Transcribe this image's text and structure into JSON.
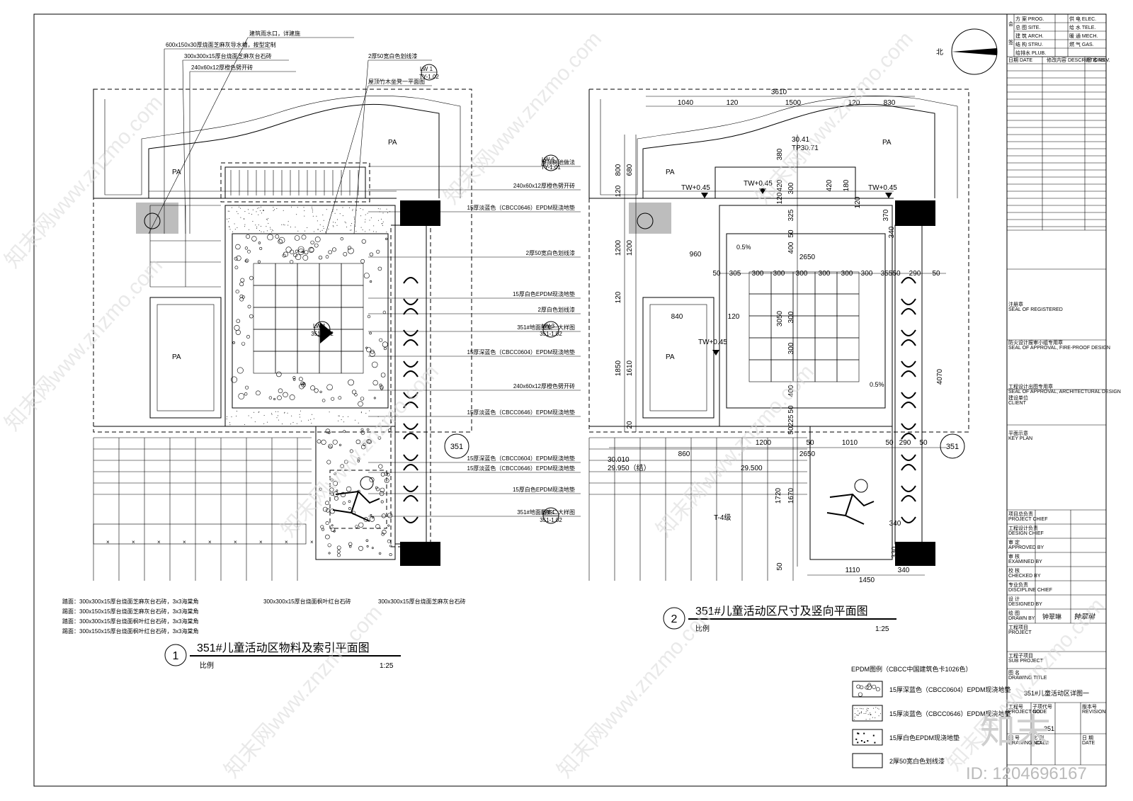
{
  "plan1": {
    "title": "351#儿童活动区物料及索引平面图",
    "number": "1",
    "scale_label": "比例",
    "scale": "1:25",
    "pa_labels": [
      "PA",
      "PA",
      "PA"
    ],
    "top_labels": [
      "建筑雨水口，详建施",
      "600x150x30厚烧面芝麻灰导水槽，按型定制",
      "300x300x15厚台烧面芝麻灰台石砖",
      "240x60x12厚橙色劈开砖",
      "2厚50宽白色划线漆",
      "屋顶竹木坐凳一平面图"
    ],
    "right_labels": [
      "屋顶树池做法",
      "240x60x12厚橙色劈开砖",
      "15厚淡蓝色（CBCC0646）EPDM现浇地垫",
      "2厚50宽白色划线漆",
      "15厚白色EPDM现浇地垫",
      "2厚白色划线漆",
      "351#地面图案一大样图",
      "15厚深蓝色（CBCC0604）EPDM现浇地垫",
      "240x60x12厚橙色劈开砖",
      "15厚淡蓝色（CBCC0646）EPDM现浇地垫",
      "15厚深蓝色（CBCC0604）EPDM现浇地垫",
      "15厚淡蓝色（CBCC0646）EPDM现浇地垫",
      "15厚白色EPDM现浇地垫",
      "351#地面图案二大样图"
    ],
    "bottom_labels": [
      "300x300x15厚台烧面枫叶红台石砖",
      "300x300x15厚台烧面芝麻灰台石砖"
    ],
    "left_notes": [
      "踏面：300x300x15厚台烧面芝麻灰台石砖，3x3海棠角",
      "踢面：300x150x15厚台烧面芝麻灰台石砖，3x3海棠角",
      "踏面：300x300x15厚台烧面枫叶红台石砖，3x3海棠角",
      "踢面：300x150x15厚台烧面枫叶红台石砖，3x3海棠角"
    ],
    "callouts": [
      {
        "top": "LW",
        "num": "1",
        "sheet": "TY-1.02"
      },
      {
        "top": "LW",
        "num": "6",
        "sheet": "TY-1.01"
      },
      {
        "top": "LW",
        "num": "3",
        "sheet": "351-1.02"
      },
      {
        "top": "LW",
        "num": "4",
        "sheet": "351-1.02"
      },
      {
        "top": "LW",
        "num": "1",
        "sheet": "351-1.02"
      }
    ],
    "zone_tag": "351"
  },
  "plan2": {
    "title": "351#儿童活动区尺寸及竖向平面图",
    "number": "2",
    "scale_label": "比例",
    "scale": "1:25",
    "pa_labels": [
      "PA",
      "PA",
      "PA"
    ],
    "zone_tag": "351",
    "top_dims": {
      "total": "3610",
      "parts": [
        "1040",
        "120",
        "1500",
        "120",
        "830"
      ]
    },
    "elevations": [
      "30.41",
      "TP30.71",
      "TW+0.45",
      "TW+0.45",
      "TW+0.45",
      "TW+0.45",
      "30.010",
      "29.950（结）",
      "29.500",
      "T-4级"
    ],
    "slopes": [
      "0.5%",
      "0.5%"
    ],
    "left_dims": [
      "800",
      "680",
      "120",
      "1200",
      "1200",
      "120",
      "1850",
      "1610",
      "20"
    ],
    "inner_dims_h": [
      "960",
      "2650",
      "50",
      "305",
      "300",
      "300",
      "300",
      "300",
      "300",
      "300",
      "355",
      "50",
      "290",
      "50",
      "840",
      "120"
    ],
    "inner_dims_v": [
      "380",
      "420",
      "120",
      "300",
      "325",
      "50",
      "400",
      "3050",
      "300",
      "300",
      "400",
      "50",
      "225",
      "50",
      "420",
      "180",
      "120",
      "370",
      "340",
      "4070"
    ],
    "bottom_dims": [
      "1200",
      "50",
      "1010",
      "50",
      "290",
      "50",
      "2650",
      "860",
      "1720",
      "1670",
      "340",
      "330",
      "50",
      "1110",
      "340",
      "1450"
    ]
  },
  "legend": {
    "title": "EPDM图例（CBCC中国建筑色卡1026色）",
    "items": [
      "15厚深蓝色（CBCC0604）EPDM现浇地垫",
      "15厚淡蓝色（CBCC0646）EPDM现浇地垫",
      "15厚白色EPDM现浇地垫",
      "2厚50宽白色划线漆"
    ]
  },
  "north_label": "北",
  "title_block": {
    "disciplines": [
      [
        "方 案 PROG.",
        "供 电 ELEC."
      ],
      [
        "总 图 SITE.",
        "给 水 TELE."
      ],
      [
        "建 筑 ARCH.",
        "暖 通 MECH."
      ],
      [
        "结 构 STRU.",
        "燃 气 GAS."
      ],
      [
        "给排水 PLUB.",
        ""
      ]
    ],
    "side_chars": [
      "会",
      "签"
    ],
    "revision_cols": [
      "日期 DATE",
      "修改内容 DESCRIPTIONS",
      "版 本 REV."
    ],
    "seal_labels": [
      "注册章\nSEAL OF REGISTERED",
      "防火设计报审小组专用章\nSEAL OF APPROVAL, FIRE-PROOF DESIGN",
      "工程设计出图专用章\nSEAL OF APPROVAL, ARCHITECTURAL DESIGN",
      "建设单位\nCLIENT",
      "平面示意\nKEY PLAN"
    ],
    "roles": [
      "项目总负责\nPROJECT CHIEF",
      "工程设计负责\nDESIGN CHIEF",
      "审 定\nAPPROVED BY",
      "审 核\nEXAMINED BY",
      "校 核\nCHECKED BY",
      "专业负责\nDISCIPLINE CHIEF",
      "设 计\nDESIGNED BY",
      "绘 图\nDRAWN BY"
    ],
    "drawn_by": "钟翠琳",
    "signature": "钟翠琳",
    "project_label": "工程项目\nPROJECT",
    "sub_project_label": "工程子项目\nSUB PROJECT",
    "drawing_title_label": "图 名\nDRAWING TITLE",
    "drawing_title": "351#儿童活动区详图一",
    "drawing_no": "351",
    "bottom_cells": [
      "工程号\nPROJECT NO.",
      "子项代号\nCODE",
      "版本号\nREVISION",
      "图 号\nDRAWING NO.",
      "比 例\nSCALE",
      "日 期\nDATE"
    ]
  },
  "watermark": {
    "brand": "知末网www.znzmo.com",
    "logo": "知末",
    "id": "ID: 1204696167"
  }
}
